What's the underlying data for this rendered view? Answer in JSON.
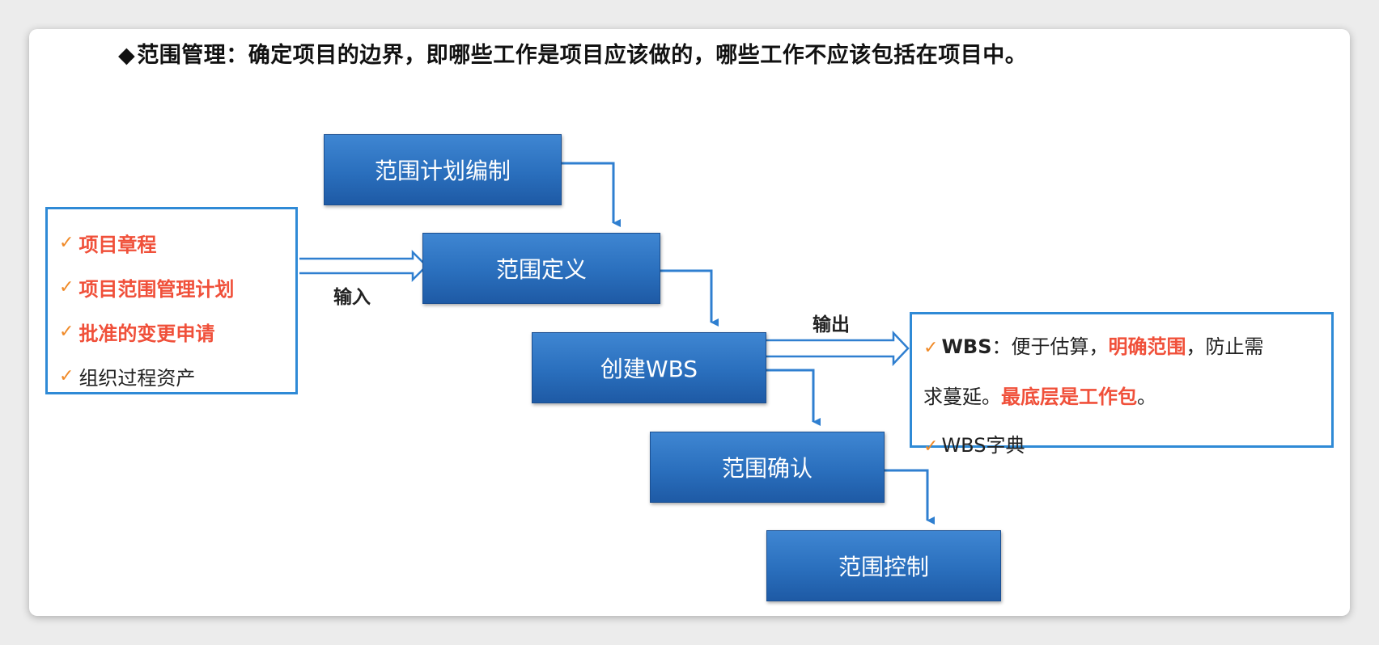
{
  "heading": {
    "diamond": "◆",
    "text": "范围管理：确定项目的边界，即哪些工作是项目应该做的，哪些工作不应该包括在项目中。"
  },
  "steps": [
    {
      "label": "范围计划编制"
    },
    {
      "label": "范围定义"
    },
    {
      "label": "创建WBS"
    },
    {
      "label": "范围确认"
    },
    {
      "label": "范围控制"
    }
  ],
  "inputs": {
    "check_icon": "check-icon",
    "items": [
      {
        "label": "项目章程",
        "highlight": true
      },
      {
        "label": "项目范围管理计划",
        "highlight": true
      },
      {
        "label": "批准的变更申请",
        "highlight": true
      },
      {
        "label": "组织过程资产",
        "highlight": false
      }
    ],
    "arrow_label": "输入"
  },
  "outputs": {
    "arrow_label": "输出",
    "check": "✓",
    "line1": {
      "wbs": "WBS",
      "colon": "：",
      "text1": "便于估算，",
      "highlight1": "明确范围",
      "text2": "，防止需"
    },
    "line2": {
      "text1": "求蔓延。",
      "highlight2": "最底层是工作包",
      "text2": "。"
    },
    "line3": {
      "text": "WBS字典"
    }
  },
  "colors": {
    "step_fill": "#2a6fbd",
    "arrow": "#2f7fd0",
    "frame": "#2f8ad6",
    "highlight": "#f0503a",
    "check": "#f08a28"
  }
}
